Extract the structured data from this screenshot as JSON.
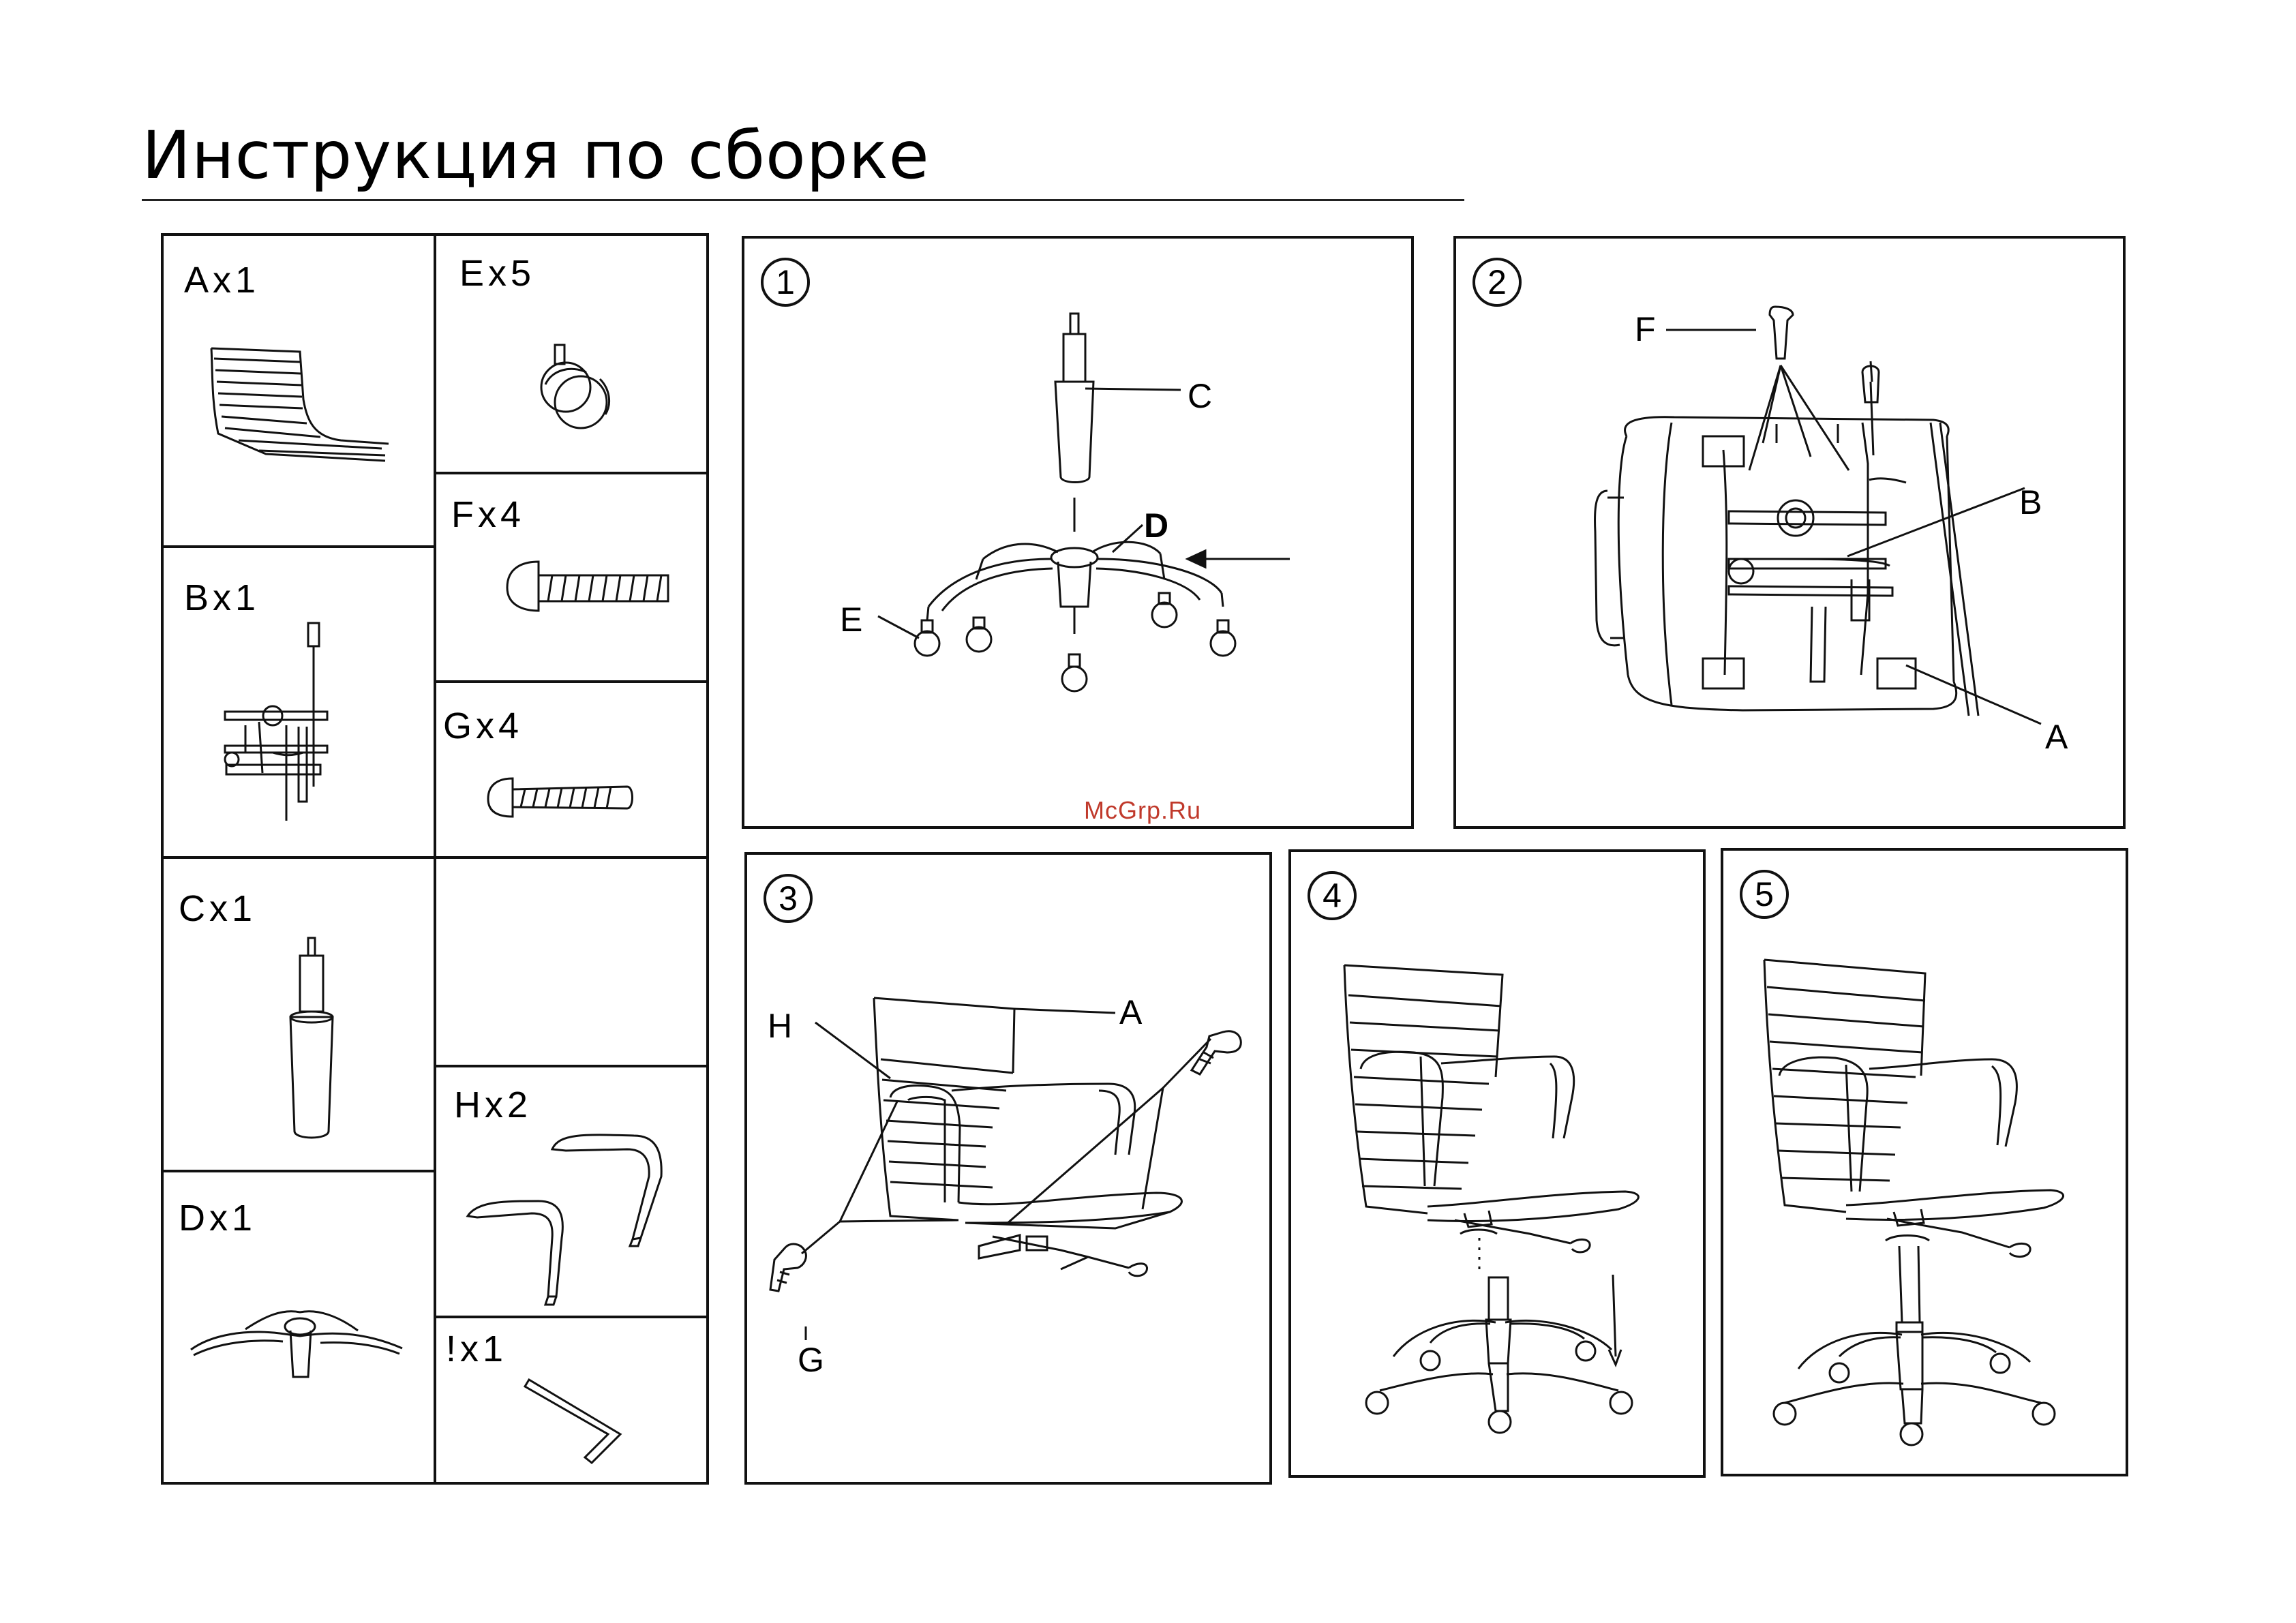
{
  "page": {
    "title": "Инструкция по сборке",
    "watermark": "McGrp.Ru"
  },
  "parts": {
    "A": "Ax1",
    "B": "Bx1",
    "C": "Cx1",
    "D": "Dx1",
    "E": "Ex5",
    "F": "Fx4",
    "G": "Gx4",
    "H": "Hx2",
    "I": "!x1"
  },
  "steps": [
    {
      "number": "1",
      "callouts": {
        "C": "C",
        "D": "D",
        "E": "E"
      }
    },
    {
      "number": "2",
      "callouts": {
        "F": "F",
        "B": "B",
        "A": "A"
      }
    },
    {
      "number": "3",
      "callouts": {
        "A": "A",
        "H": "H",
        "G": "G"
      }
    },
    {
      "number": "4"
    },
    {
      "number": "5"
    }
  ]
}
